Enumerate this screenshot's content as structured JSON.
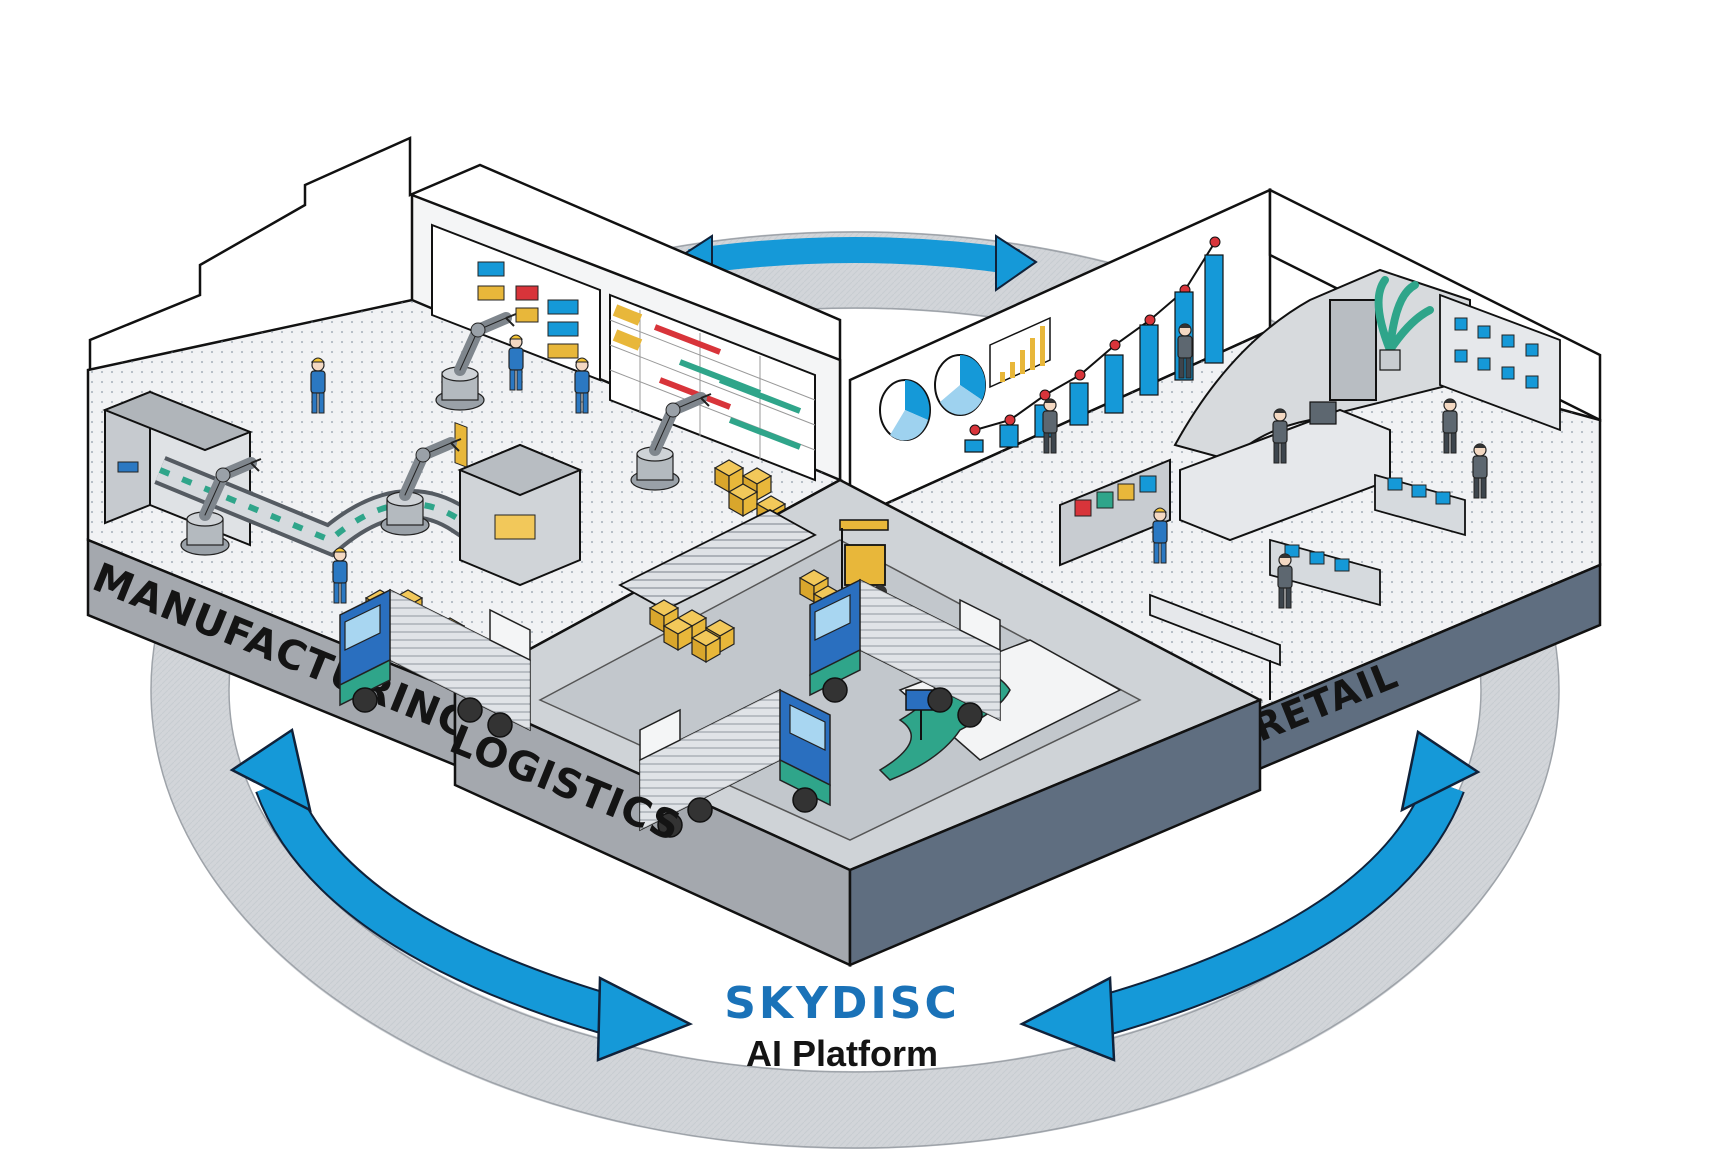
{
  "sectors": {
    "manufacturing": "MANUFACTURING",
    "logistics": "LOGISTICS",
    "retail": "RETAIL"
  },
  "brand": {
    "name": "SKYDISC",
    "tagline": "AI Platform"
  },
  "icons": {
    "arrow": "double-headed-curved-arrow",
    "logo": "skydisc-logo"
  },
  "colors": {
    "arrow_blue": "#1599d8",
    "brand_blue": "#1a72b8",
    "machine_blue": "#2b78c2",
    "box_yellow": "#e8b73a",
    "truck_cab_blue": "#2a6fbf",
    "truck_base_teal": "#2fa58a",
    "floor_gray": "#f1f2f4",
    "base_dark": "#5f6e80",
    "side_gray": "#a4a8ae"
  }
}
